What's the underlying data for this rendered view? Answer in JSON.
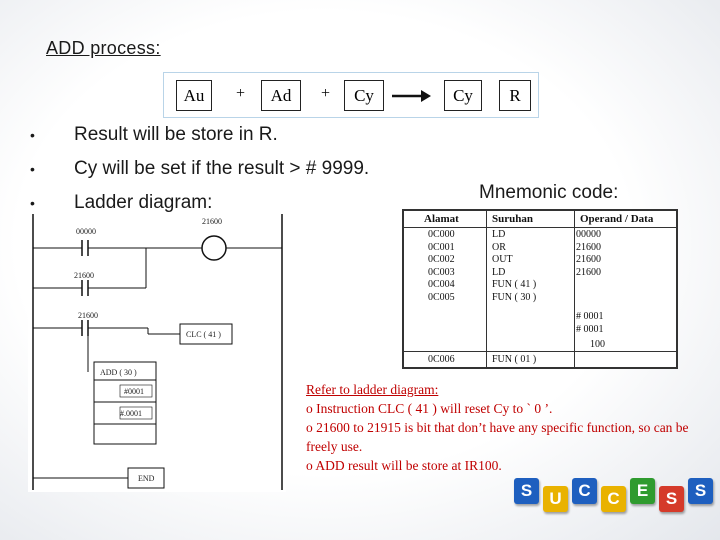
{
  "slide": {
    "title": "ADD process:",
    "equation": {
      "term1": "Au",
      "plus1": "+",
      "term2": "Ad",
      "plus2": "+",
      "term3": "Cy",
      "result1": "Cy",
      "result2": "R"
    },
    "bullets": [
      "Result  will be store in R.",
      "Cy will be set if the result > # 9999.",
      "Ladder diagram:"
    ],
    "mnemonic_label": "Mnemonic code:",
    "ladder": {
      "contact1": "00000",
      "contact2": "21600",
      "contact3": "21600",
      "coil": "21600",
      "clc": "CLC ( 41 )",
      "add_box": "ADD ( 30 )",
      "add_arg1": "#0001",
      "add_arg2": "#.0001",
      "end": "END"
    },
    "table": {
      "headers": [
        "Alamat",
        "Suruhan",
        "Operand / Data"
      ],
      "addresses": [
        "0C000",
        "0C001",
        "0C002",
        "0C003",
        "0C004",
        "0C005",
        "0C006"
      ],
      "instructions": [
        "LD",
        "OR",
        "OUT",
        "LD",
        "FUN ( 41 )",
        "FUN ( 30 )",
        "FUN ( 01 )"
      ],
      "operands": [
        "00000",
        "21600",
        "21600",
        "21600",
        "# 0001",
        "# 0001",
        "100"
      ]
    },
    "notes": {
      "heading": "Refer to ladder diagram:",
      "line1": "o  Instruction CLC ( 41 ) will reset Cy to ` 0 ’.",
      "line2": "o 21600 to 21915 is bit that don’t have any specific function, so can be freely use.",
      "line3": "o  ADD result will be store at IR100."
    },
    "success_letters": [
      "S",
      "U",
      "C",
      "C",
      "E",
      "S",
      "S"
    ],
    "success_colors": [
      "#1e5fbf",
      "#e9b200",
      "#1e5fbf",
      "#e9b200",
      "#2f9b2f",
      "#d53a2a",
      "#1e5fbf"
    ]
  }
}
